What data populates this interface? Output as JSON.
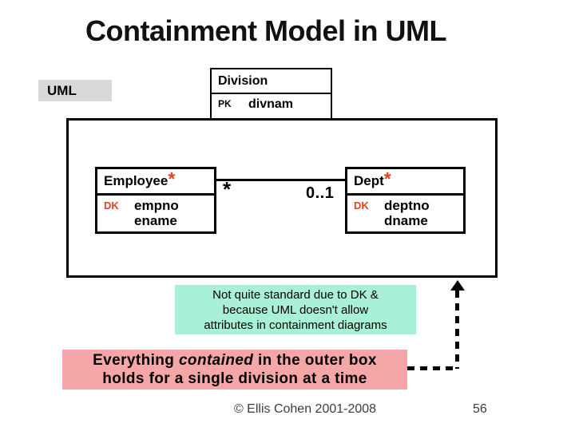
{
  "slide": {
    "title": "Containment Model in UML",
    "footer_credit": "© Ellis Cohen 2001-2008",
    "page_number": "56"
  },
  "tags": {
    "uml": "UML"
  },
  "diagram": {
    "division": {
      "name": "Division",
      "key": "PK",
      "attr1": "divnam"
    },
    "employee": {
      "name": "Employee",
      "star": "*",
      "key": "DK",
      "attr1": "empno",
      "attr2": "ename"
    },
    "dept": {
      "name": "Dept",
      "star": "*",
      "key": "DK",
      "attr1": "deptno",
      "attr2": "dname"
    },
    "association": {
      "left_multiplicity": "*",
      "right_multiplicity": "0..1"
    }
  },
  "notes": {
    "dk_note": {
      "lines": [
        "Not quite standard due to DK &",
        "because UML doesn't allow",
        "attributes in containment diagrams"
      ]
    },
    "containment_note": {
      "prefix": "Everything ",
      "emphasis": "contained",
      "suffix": " in the outer box",
      "line2": "holds for a single division at a time"
    }
  },
  "colors": {
    "key_accent": "#e0441c",
    "dk_note_bg": "#a8f0d6",
    "containment_note_bg": "#f5a7a7",
    "uml_tag_bg": "#d9d9d9",
    "diagram_line": "#000000"
  }
}
